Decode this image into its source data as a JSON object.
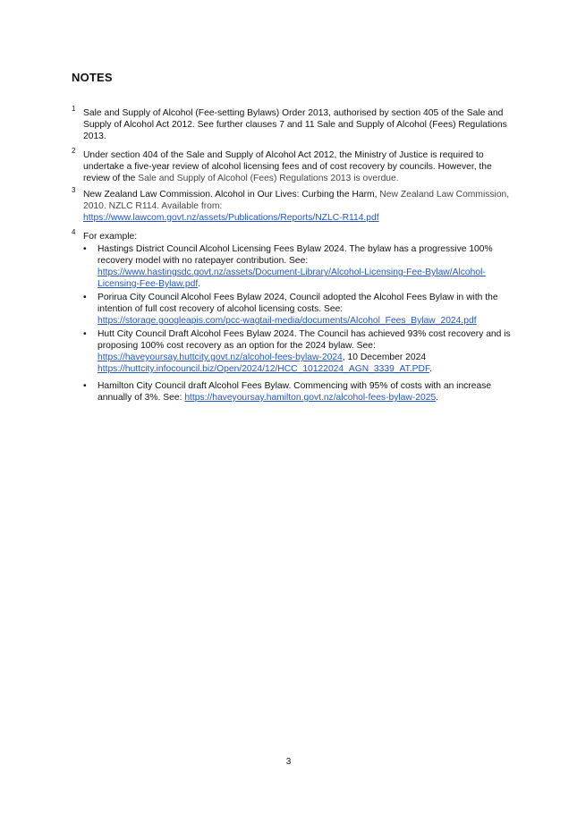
{
  "heading": "NOTES",
  "notes": [
    {
      "num": "1",
      "text": "Sale and Supply of Alcohol (Fee-setting Bylaws) Order 2013, authorised by section 405 of the Sale and Supply of Alcohol Act 2012. See further clauses 7 and 11 Sale and Supply of Alcohol (Fees) Regulations 2013."
    },
    {
      "num": "2",
      "text": "Under section 404 of the Sale and Supply of Alcohol Act 2012, the Ministry of Justice is required to undertake a five-year review of alcohol licensing fees and of cost recovery by councils. However, the review of the ",
      "text_grey": "Sale and Supply of Alcohol (Fees) Regulations 2013 is overdue."
    },
    {
      "num": "3",
      "text": "New Zealand Law Commission. Alcohol in Our Lives: Curbing the Harm, ",
      "text_grey": "New Zealand Law Commission, 2010. NZLC R114. Available from:",
      "link": "https://www.lawcom.govt.nz/assets/Publications/Reports/NZLC-R114.pdf"
    },
    {
      "num": "4",
      "intro": "For example:",
      "bullets": [
        {
          "text": "Hastings District Council Alcohol Licensing Fees Bylaw 2024. The bylaw has a progressive 100% recovery model with no ratepayer contribution. See:",
          "link": "https://www.hastingsdc.govt.nz/assets/Document-Library/Alcohol-Licensing-Fee-Bylaw/Alcohol-Licensing-Fee-Bylaw.pdf",
          "after": "."
        },
        {
          "text": "Porirua City Council Alcohol Fees Bylaw 2024, Council adopted the Alcohol Fees Bylaw in with the intention of full cost recovery of alcohol licensing costs. See:",
          "link": "https://storage.googleapis.com/pcc-wagtail-media/documents/Alcohol_Fees_Bylaw_2024.pdf"
        },
        {
          "text": "Hutt City Council Draft Alcohol Fees Bylaw 2024. The Council has achieved 93% cost recovery and is proposing 100% cost recovery as an option for the 2024 bylaw. See:",
          "link": "https://haveyoursay.huttcity.govt.nz/alcohol-fees-bylaw-2024",
          "mid": ", 10 December 2024",
          "link2": "https://huttcity.infocouncil.biz/Open/2024/12/HCC_10122024_AGN_3339_AT.PDF",
          "after": "."
        },
        {
          "text": "Hamilton City Council draft Alcohol Fees Bylaw. Commencing with 95% of costs with an increase annually of 3%. See: ",
          "link": "https://haveyoursay.hamilton.govt.nz/alcohol-fees-bylaw-2025",
          "after": "."
        }
      ]
    }
  ],
  "page_number": "3",
  "colors": {
    "link": "#2155c9",
    "text": "#111111",
    "grey_text": "#444444"
  }
}
